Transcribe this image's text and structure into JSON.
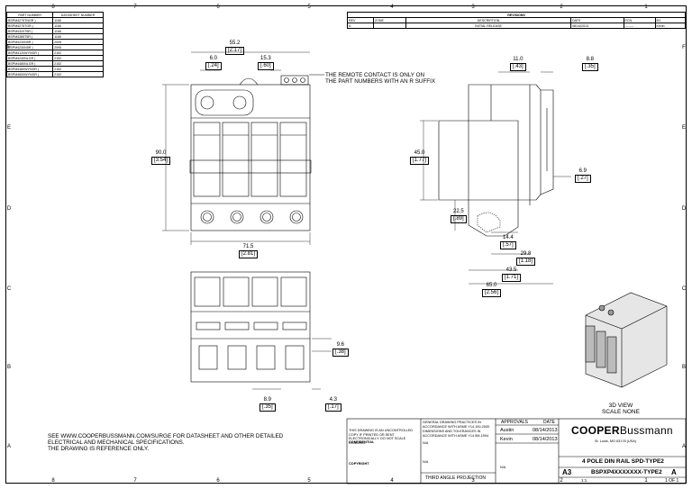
{
  "zones": {
    "columns": [
      "8",
      "7",
      "6",
      "5",
      "4",
      "3",
      "2",
      "1"
    ],
    "rows": [
      "F",
      "E",
      "D",
      "C",
      "B",
      "A"
    ]
  },
  "part_table": {
    "headers": [
      "PART NUMBER",
      "DATASHEET NUMBER"
    ],
    "rows": [
      [
        "BSPM4275TNGR )",
        "1166"
      ],
      [
        "BSPM4275TGR )",
        "1166"
      ],
      [
        "BSPM4320T5R )",
        "1166"
      ],
      [
        "BSPM4385T5R )",
        "1166"
      ],
      [
        "BSPM4230N5R )",
        "2095"
      ],
      [
        "BSPM4230N5R )",
        "2095"
      ],
      [
        "BSPM4120WYNGR )",
        "2152"
      ],
      [
        "BSPM4240NLGR )",
        "2152"
      ],
      [
        "BSPM4480NLGR )",
        "2152"
      ],
      [
        "BSPM4480WYNGR )",
        "2152"
      ],
      [
        "BSPM4600WYNGR )",
        "2152"
      ]
    ]
  },
  "revisions": {
    "title": "REVISIONS",
    "headers": [
      "REV",
      "ZONE",
      "DESCRIPTION",
      "DATE",
      "ECN",
      "BY"
    ],
    "rows": [
      [
        "A",
        "",
        "INITIAL RELEASE",
        "08/14/2013",
        "--------",
        "Kevin"
      ]
    ]
  },
  "remote_note": [
    "THE REMOTE CONTACT IS ONLY ON",
    "THE PART NUMBERS WITH AN R SUFFIX"
  ],
  "dims": {
    "d552": [
      "55.2",
      "[2.17]"
    ],
    "d60": [
      "6.0",
      "[.24]"
    ],
    "d153": [
      "15.3",
      "[.60]"
    ],
    "d900": [
      "90.0",
      "[3.54]"
    ],
    "d715": [
      "71.5",
      "[2.81]"
    ],
    "d110": [
      "11.0",
      "[.43]"
    ],
    "d88": [
      "8.8",
      "[.35]"
    ],
    "d450": [
      "45.0",
      "[1.77]"
    ],
    "d69": [
      "6.9",
      "[.27]"
    ],
    "d225": [
      "22.5",
      "[.89]"
    ],
    "d144": [
      "14.4",
      "[.57]"
    ],
    "d298": [
      "29.8",
      "[1.18]"
    ],
    "d435": [
      "43.5",
      "[1.71]"
    ],
    "d650": [
      "65.0",
      "[2.56]"
    ],
    "d96": [
      "9.6",
      "[.38]"
    ],
    "d89": [
      "8.9",
      "[.35]"
    ],
    "d43": [
      "4.3",
      "[.17]"
    ]
  },
  "view_label": [
    "3D VIEW",
    "SCALE NONE"
  ],
  "website_note": [
    "SEE WWW.COOPERBUSSMANN.COM/SURGE FOR DATASHEET AND OTHER DETAILED",
    "ELECTRICAL AND MECHANICAL SPECIFICATIONS.",
    "THE DRAWING IS REFERENCE ONLY."
  ],
  "title_block": {
    "general_practices": "GENERAL DRAWING PRACTICES IN ACCORDANCE WITH ASME Y14.100-2000",
    "dims_tolerances": "DIMENSIONS AND TOLERANCES IN ACCORDANCE WITH ASME Y14.5M-1994",
    "uncontrolled": "THIS DRAWING IS AN UNCONTROLLED COPY IF PRINTED OR SENT ELECTRONICALLY. DO NOT SCALE DRAWING.",
    "confidential": "CONFIDENTIAL",
    "copyright": "COPYRIGHT",
    "na1": "N/A",
    "na2": "N/A",
    "na3": "N/A",
    "projection": "THIRD ANGLE PROJECTION",
    "approvals": "APPROVALS",
    "date_h": "DATE",
    "drawn_by": "Austin",
    "drawn_date": "08/14/2013",
    "checked_by": "Kevin",
    "checked_date": "08/14/2013",
    "logo_a": "COOPER",
    "logo_b": "Bussmann",
    "address": "St. Louis, MO 63178 (USA)",
    "title": "4 POLE DIN RAIL SPD-TYPE2",
    "size": "A3",
    "dwg_no": "BSPXP4XXXXXXX-TYPE2",
    "rev": "A",
    "scale": "1:1",
    "sheet": "1 OF 1"
  }
}
